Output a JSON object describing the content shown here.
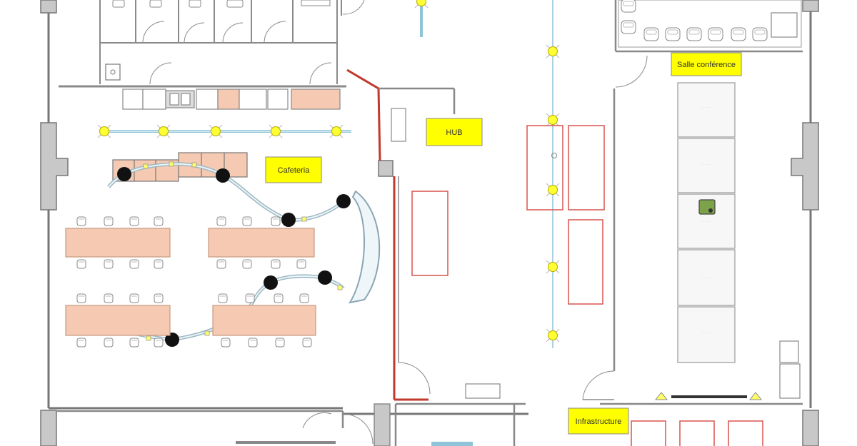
{
  "labels": {
    "hub": "HUB",
    "cafeteria": "Cafeteria",
    "conference": "Salle conférence",
    "infrastructure": "Infrastructure"
  },
  "colors": {
    "wall": "#777777",
    "wall_light": "#9a9a9a",
    "room_label_bg": "#ffff00",
    "table_fill": "#f5c9b2",
    "table_stroke": "#c89a80",
    "zone_outline": "#d9534f",
    "red_wall": "#c0392b",
    "light_node": "#ffff33",
    "light_rail": "#9fd3e6",
    "cable_node": "#111111",
    "screen_fill": "#f2f2f2"
  },
  "icons": [
    "light-fixture-icon",
    "network-node-icon",
    "chair-icon",
    "sink-icon",
    "toilet-icon",
    "door-swing-icon",
    "access-point-icon",
    "projector-icon"
  ]
}
